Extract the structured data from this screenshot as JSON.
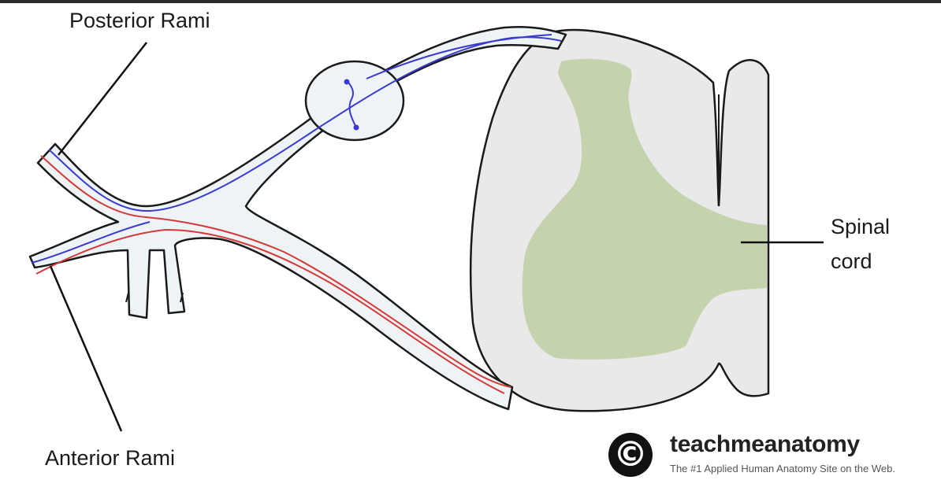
{
  "labels": {
    "posterior_rami": "Posterior Rami",
    "anterior_rami": "Anterior Rami",
    "spinal_cord_line1": "Spinal",
    "spinal_cord_line2": "cord"
  },
  "brand": {
    "name": "teachmeanatomy",
    "tagline": "The #1 Applied Human Anatomy Site on the Web.",
    "logo_icon": "copyright-icon"
  },
  "colors": {
    "outline": "#1a1a1a",
    "nerve_fill": "#eef4f6",
    "white_matter": "#e9e9e9",
    "grey_matter": "#c4d3ae",
    "sensory_fiber": "#3a3ad0",
    "motor_fiber": "#d43a3a"
  }
}
